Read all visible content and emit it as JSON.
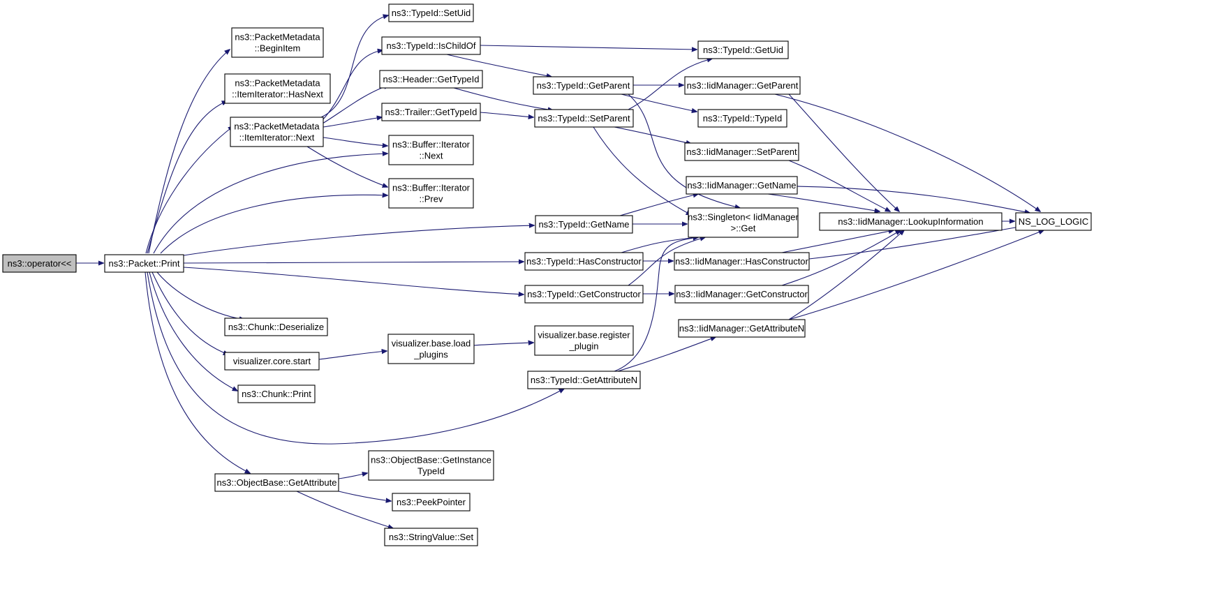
{
  "nodes": {
    "operator_lshift": {
      "lines": [
        "ns3::operator<<"
      ]
    },
    "packet_print": {
      "lines": [
        "ns3::Packet::Print"
      ]
    },
    "pm_begin_item": {
      "lines": [
        "ns3::PacketMetadata",
        "::BeginItem"
      ]
    },
    "pm_itemiter_hasnext": {
      "lines": [
        "ns3::PacketMetadata",
        "::ItemIterator::HasNext"
      ]
    },
    "pm_itemiter_next": {
      "lines": [
        "ns3::PacketMetadata",
        "::ItemIterator::Next"
      ]
    },
    "chunk_deserialize": {
      "lines": [
        "ns3::Chunk::Deserialize"
      ]
    },
    "vis_core_start": {
      "lines": [
        "visualizer.core.start"
      ]
    },
    "chunk_print": {
      "lines": [
        "ns3::Chunk::Print"
      ]
    },
    "objbase_getattr": {
      "lines": [
        "ns3::ObjectBase::GetAttribute"
      ]
    },
    "typeid_setuid": {
      "lines": [
        "ns3::TypeId::SetUid"
      ]
    },
    "typeid_ischildof": {
      "lines": [
        "ns3::TypeId::IsChildOf"
      ]
    },
    "header_gettypeid": {
      "lines": [
        "ns3::Header::GetTypeId"
      ]
    },
    "trailer_gettypeid": {
      "lines": [
        "ns3::Trailer::GetTypeId"
      ]
    },
    "bufiter_next": {
      "lines": [
        "ns3::Buffer::Iterator",
        "::Next"
      ]
    },
    "bufiter_prev": {
      "lines": [
        "ns3::Buffer::Iterator",
        "::Prev"
      ]
    },
    "vis_load_plugins": {
      "lines": [
        "visualizer.base.load",
        "_plugins"
      ]
    },
    "objbase_getinstancetypeid": {
      "lines": [
        "ns3::ObjectBase::GetInstance",
        "TypeId"
      ]
    },
    "peekpointer": {
      "lines": [
        "ns3::PeekPointer"
      ]
    },
    "stringvalue_set": {
      "lines": [
        "ns3::StringValue::Set"
      ]
    },
    "typeid_getparent": {
      "lines": [
        "ns3::TypeId::GetParent"
      ]
    },
    "typeid_setparent": {
      "lines": [
        "ns3::TypeId::SetParent"
      ]
    },
    "typeid_getname": {
      "lines": [
        "ns3::TypeId::GetName"
      ]
    },
    "typeid_hasconstructor": {
      "lines": [
        "ns3::TypeId::HasConstructor"
      ]
    },
    "typeid_getconstructor": {
      "lines": [
        "ns3::TypeId::GetConstructor"
      ]
    },
    "typeid_getattributen": {
      "lines": [
        "ns3::TypeId::GetAttributeN"
      ]
    },
    "vis_register_plugin": {
      "lines": [
        "visualizer.base.register",
        "_plugin"
      ]
    },
    "typeid_getuid": {
      "lines": [
        "ns3::TypeId::GetUid"
      ]
    },
    "iid_getparent": {
      "lines": [
        "ns3::IidManager::GetParent"
      ]
    },
    "typeid_typeid": {
      "lines": [
        "ns3::TypeId::TypeId"
      ]
    },
    "iid_setparent": {
      "lines": [
        "ns3::IidManager::SetParent"
      ]
    },
    "iid_getname": {
      "lines": [
        "ns3::IidManager::GetName"
      ]
    },
    "singleton_get": {
      "lines": [
        "ns3::Singleton< IidManager",
        " >::Get"
      ]
    },
    "iid_hasconstructor": {
      "lines": [
        "ns3::IidManager::HasConstructor"
      ]
    },
    "iid_getconstructor": {
      "lines": [
        "ns3::IidManager::GetConstructor"
      ]
    },
    "iid_getattributen": {
      "lines": [
        "ns3::IidManager::GetAttributeN"
      ]
    },
    "iid_lookupinfo": {
      "lines": [
        "ns3::IidManager::LookupInformation"
      ]
    },
    "ns_log_logic": {
      "lines": [
        "NS_LOG_LOGIC"
      ]
    }
  },
  "edges": [
    [
      "operator_lshift",
      "packet_print"
    ],
    [
      "packet_print",
      "pm_begin_item"
    ],
    [
      "packet_print",
      "pm_itemiter_hasnext"
    ],
    [
      "packet_print",
      "pm_itemiter_next"
    ],
    [
      "packet_print",
      "bufiter_next"
    ],
    [
      "packet_print",
      "bufiter_prev"
    ],
    [
      "packet_print",
      "typeid_getname"
    ],
    [
      "packet_print",
      "typeid_hasconstructor"
    ],
    [
      "packet_print",
      "typeid_getconstructor"
    ],
    [
      "packet_print",
      "chunk_deserialize"
    ],
    [
      "packet_print",
      "vis_core_start"
    ],
    [
      "packet_print",
      "chunk_print"
    ],
    [
      "packet_print",
      "typeid_getattributen"
    ],
    [
      "packet_print",
      "objbase_getattr"
    ],
    [
      "pm_itemiter_next",
      "typeid_setuid"
    ],
    [
      "pm_itemiter_next",
      "typeid_ischildof"
    ],
    [
      "pm_itemiter_next",
      "header_gettypeid"
    ],
    [
      "pm_itemiter_next",
      "trailer_gettypeid"
    ],
    [
      "pm_itemiter_next",
      "bufiter_next"
    ],
    [
      "pm_itemiter_next",
      "bufiter_prev"
    ],
    [
      "vis_core_start",
      "vis_load_plugins"
    ],
    [
      "vis_load_plugins",
      "vis_register_plugin"
    ],
    [
      "objbase_getattr",
      "objbase_getinstancetypeid"
    ],
    [
      "objbase_getattr",
      "peekpointer"
    ],
    [
      "objbase_getattr",
      "stringvalue_set"
    ],
    [
      "typeid_ischildof",
      "typeid_getuid"
    ],
    [
      "typeid_ischildof",
      "typeid_getparent"
    ],
    [
      "header_gettypeid",
      "typeid_setparent"
    ],
    [
      "trailer_gettypeid",
      "typeid_setparent"
    ],
    [
      "typeid_getparent",
      "iid_getparent"
    ],
    [
      "typeid_getparent",
      "typeid_typeid"
    ],
    [
      "typeid_getparent",
      "singleton_get"
    ],
    [
      "typeid_setparent",
      "typeid_getuid"
    ],
    [
      "typeid_setparent",
      "iid_setparent"
    ],
    [
      "typeid_setparent",
      "singleton_get"
    ],
    [
      "typeid_getname",
      "iid_getname"
    ],
    [
      "typeid_getname",
      "singleton_get"
    ],
    [
      "typeid_hasconstructor",
      "singleton_get"
    ],
    [
      "typeid_hasconstructor",
      "iid_hasconstructor"
    ],
    [
      "typeid_getconstructor",
      "singleton_get"
    ],
    [
      "typeid_getconstructor",
      "iid_getconstructor"
    ],
    [
      "typeid_getattributen",
      "singleton_get"
    ],
    [
      "typeid_getattributen",
      "iid_getattributen"
    ],
    [
      "iid_getparent",
      "iid_lookupinfo"
    ],
    [
      "iid_getparent",
      "ns_log_logic"
    ],
    [
      "iid_setparent",
      "iid_lookupinfo"
    ],
    [
      "iid_getname",
      "iid_lookupinfo"
    ],
    [
      "iid_getname",
      "ns_log_logic"
    ],
    [
      "iid_hasconstructor",
      "iid_lookupinfo"
    ],
    [
      "iid_hasconstructor",
      "ns_log_logic"
    ],
    [
      "iid_getconstructor",
      "iid_lookupinfo"
    ],
    [
      "iid_getattributen",
      "iid_lookupinfo"
    ],
    [
      "iid_getattributen",
      "ns_log_logic"
    ],
    [
      "iid_lookupinfo",
      "ns_log_logic"
    ]
  ],
  "colors": {
    "edge": "#191970",
    "root_fill": "#bfbfbf",
    "node_fill": "#ffffff",
    "border": "#000000"
  }
}
